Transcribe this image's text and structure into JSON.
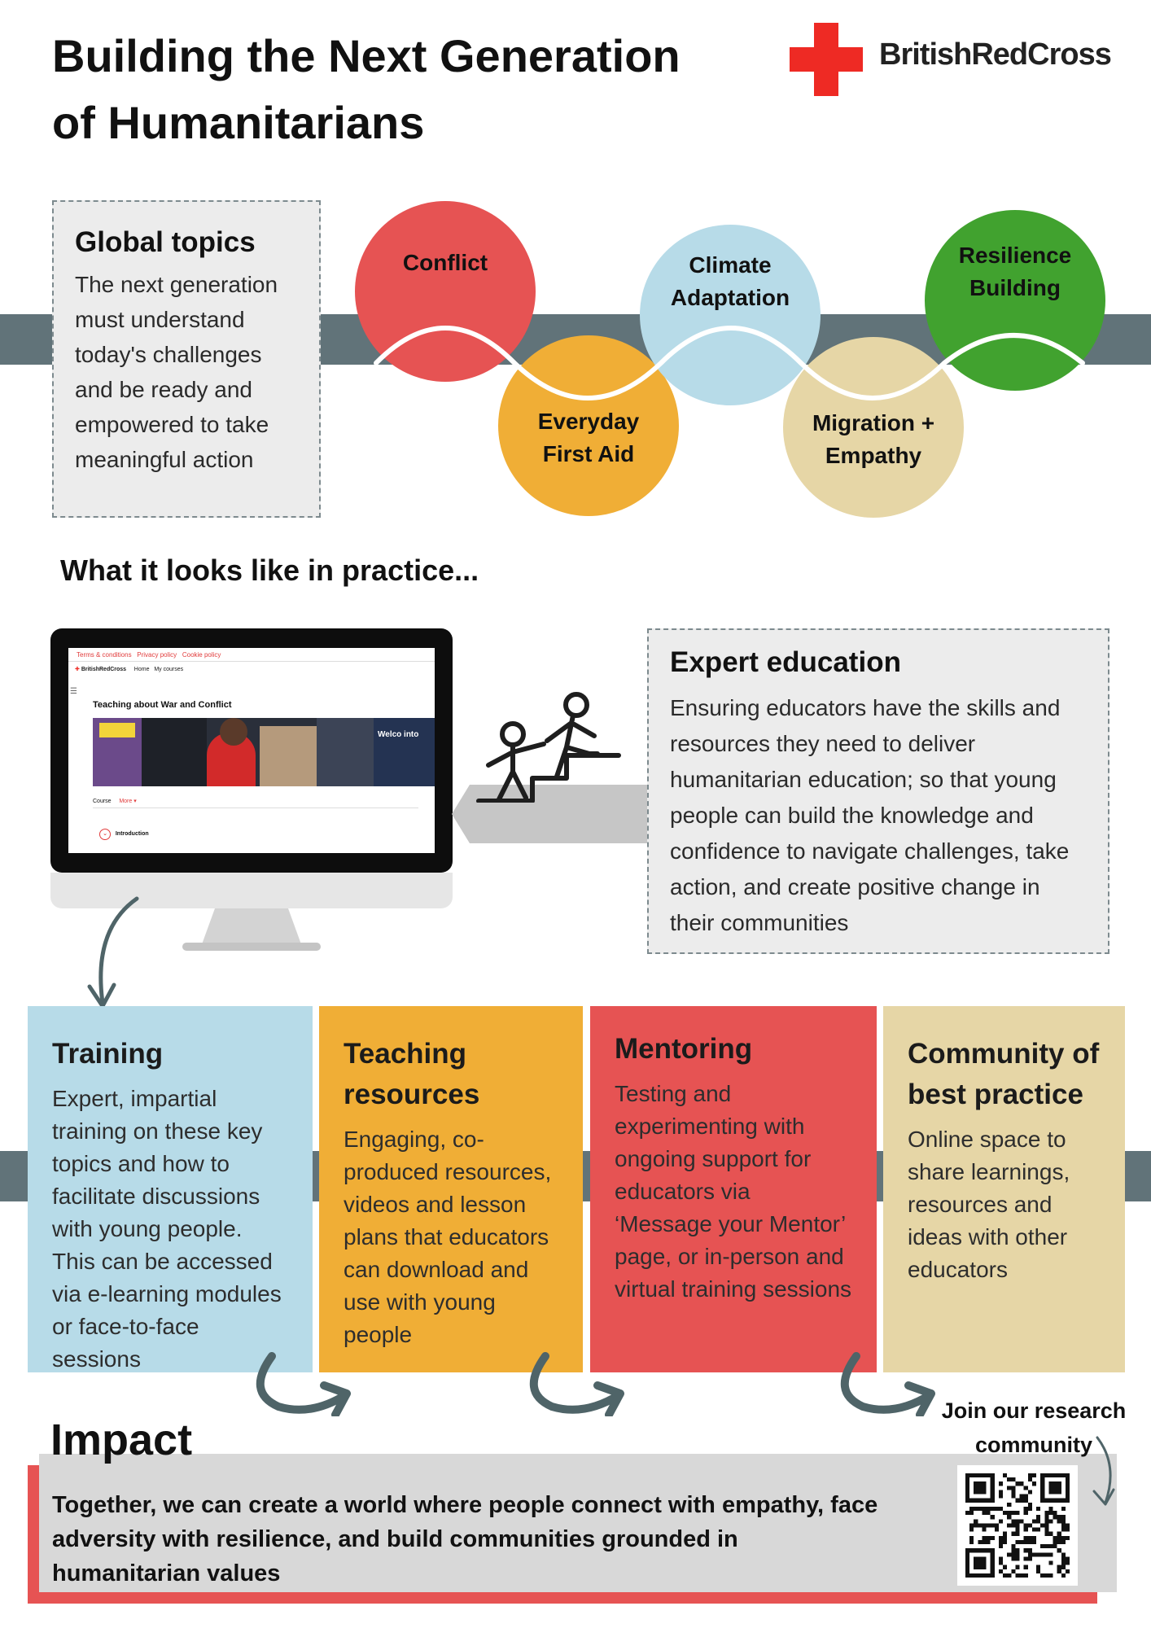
{
  "header": {
    "title_line1": "Building the Next Generation",
    "title_line2": "of Humanitarians",
    "brand": "BritishRedCross"
  },
  "global_topics": {
    "heading": "Global topics",
    "body": "The next generation must understand today's challenges and be ready and empowered to take meaningful action"
  },
  "topics": [
    {
      "label": "Conflict",
      "color": "#e65353"
    },
    {
      "label": "Everyday First Aid",
      "color": "#f0ae36"
    },
    {
      "label": "Climate Adaptation",
      "color": "#b7dbe8"
    },
    {
      "label": "Migration + Empathy",
      "color": "#e6d6a6"
    },
    {
      "label": "Resilience Building",
      "color": "#41a22f"
    }
  ],
  "practice_heading": "What it looks like in practice...",
  "monitor": {
    "footer_links": [
      "Terms & conditions",
      "Privacy policy",
      "Cookie policy"
    ],
    "brand": "BritishRedCross",
    "nav": [
      "Home",
      "My courses"
    ],
    "course_title": "Teaching about War and Conflict",
    "banner_text": "Welco into",
    "tabs": [
      "Course",
      "More ▾"
    ],
    "section": "Introduction"
  },
  "expert_education": {
    "heading": "Expert education",
    "body": "Ensuring educators have the skills and resources they need to deliver humanitarian education; so that young people can build the knowledge and confidence to navigate challenges, take action, and create positive change in their communities"
  },
  "cards": [
    {
      "heading": "Training",
      "body": "Expert, impartial training on these key topics and how to facilitate discussions with young people. This can be accessed via e-learning modules or face-to-face sessions",
      "color": "#b7dbe8"
    },
    {
      "heading": "Teaching resources",
      "body": "Engaging, co-produced resources, videos and lesson plans that educators can download and use with young people",
      "color": "#f0ae36"
    },
    {
      "heading": "Mentoring",
      "body": "Testing and experimenting with ongoing support for educators via ‘Message your Mentor’ page, or in-person and virtual training sessions",
      "color": "#e65353"
    },
    {
      "heading": "Community of best practice",
      "body": "Online space to share learnings, resources and ideas with other educators",
      "color": "#e6d6a6"
    }
  ],
  "impact": {
    "heading": "Impact",
    "body": "Together, we can create a world where people connect with empathy, face adversity with resilience, and build communities grounded in humanitarian values",
    "accent": "#e65353"
  },
  "research": {
    "label": "Join our research community"
  },
  "colors": {
    "band": "#617379",
    "arrow": "#4f6468",
    "brand_red": "#ee2a24"
  }
}
